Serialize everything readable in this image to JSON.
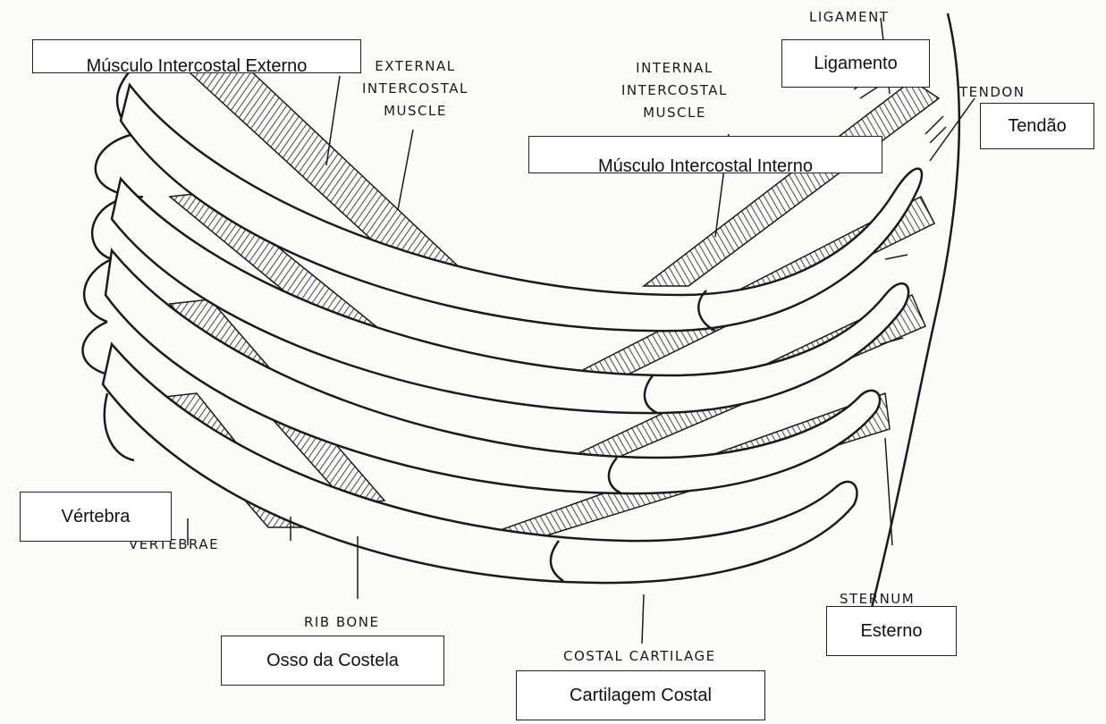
{
  "original_labels": {
    "ligament": "LIGAMENT",
    "tendon": "TENDON",
    "external_intercostal": [
      "EXTERNAL",
      "INTERCOSTAL",
      "MUSCLE"
    ],
    "internal_intercostal": [
      "INTERNAL",
      "INTERCOSTAL",
      "MUSCLE"
    ],
    "vertebrae": "VERTEBRAE",
    "rib_bone": "RIB BONE",
    "sternum": "STERNUM",
    "costal_cartilage": "COSTAL CARTILAGE"
  },
  "translations": {
    "external_intercostal": "Músculo Intercostal Externo",
    "ligament": "Ligamento",
    "tendon": "Tendão",
    "internal_intercostal": "Músculo Intercostal Interno",
    "vertebra": "Vértebra",
    "sternum": "Esterno",
    "rib_bone": "Osso da Costela",
    "costal_cartilage": "Cartilagem Costal"
  },
  "colors": {
    "ink": "#1a1a1a",
    "paper": "#fbfbfa",
    "label_box_fill": "#ffffff",
    "label_box_border": "#222222"
  }
}
